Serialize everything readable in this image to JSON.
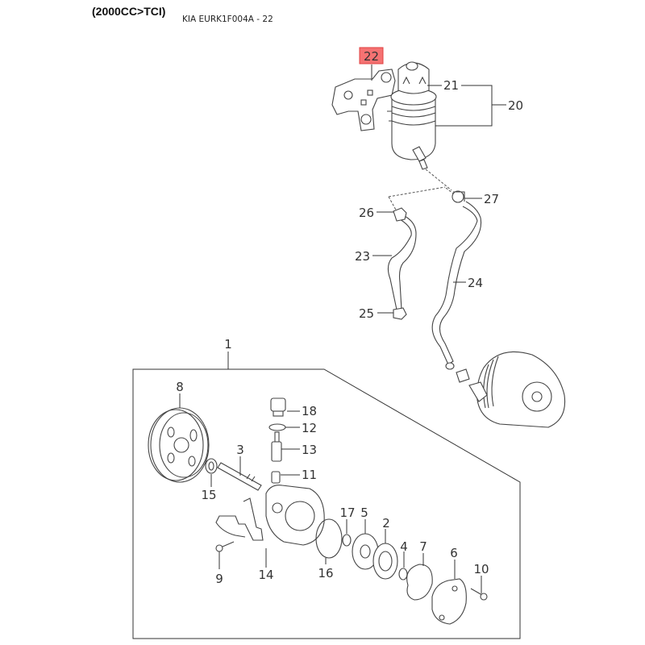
{
  "header": {
    "variant": "(2000CC>TCI)",
    "diagram_code": "KIA EURK1F004A - 22"
  },
  "highlight_color": "#f57272",
  "callouts": {
    "c1": "1",
    "c2": "2",
    "c3": "3",
    "c4": "4",
    "c5": "5",
    "c6": "6",
    "c7": "7",
    "c8": "8",
    "c9": "9",
    "c10": "10",
    "c11": "11",
    "c12": "12",
    "c13": "13",
    "c14": "14",
    "c15": "15",
    "c16": "16",
    "c17": "17",
    "c18": "18",
    "c20": "20",
    "c21": "21",
    "c22": "22",
    "c23": "23",
    "c24": "24",
    "c25": "25",
    "c26": "26",
    "c27": "27"
  },
  "selected_callout": "22"
}
